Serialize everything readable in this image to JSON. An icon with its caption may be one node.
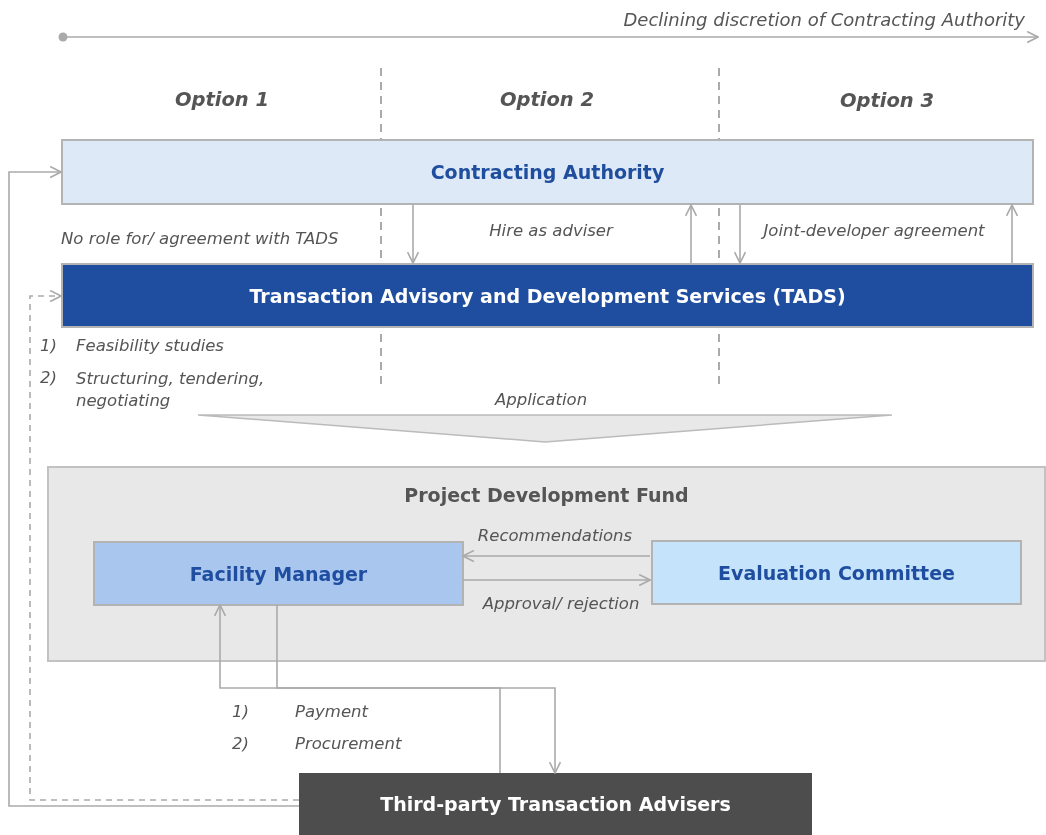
{
  "diagram": {
    "nodes": [
      {
        "text": [
          "Contracting Authority"
        ]
      },
      {
        "text": [
          "Transaction Advisory and Development Services (TADS)"
        ]
      },
      {
        "text": [
          "Project Development Fund"
        ]
      },
      {
        "text": [
          "Facility Manager"
        ],
        "in": 2
      },
      {
        "text": [
          "Evaluation Committee"
        ],
        "in": 2
      },
      {
        "text": [
          "Third-party Transaction Advisers"
        ]
      }
    ],
    "edges": [
      {
        "from": 0,
        "to": 1,
        "arrow": "to",
        "label": "Hire as adviser"
      },
      {
        "from": 1,
        "to": 0,
        "arrow": "to"
      },
      {
        "from": 0,
        "to": 1,
        "arrow": "to",
        "label": "Joint-developer agreement"
      },
      {
        "from": 1,
        "to": 0,
        "arrow": "to"
      },
      {
        "from": 1,
        "to": 2,
        "arrow": "to",
        "label": "Application",
        "style": "thick"
      },
      {
        "from": 4,
        "to": 3,
        "arrow": "to",
        "label": "Recommendations"
      },
      {
        "from": 3,
        "to": 4,
        "arrow": "to",
        "label": "Approval/ rejection"
      },
      {
        "from": 3,
        "to": 5,
        "arrow": "to"
      },
      {
        "from": 5,
        "to": 3,
        "arrow": "to"
      },
      {
        "from": 5,
        "to": 0,
        "arrow": "to"
      },
      {
        "from": 5,
        "to": 1,
        "arrow": "to",
        "style": "dashed"
      }
    ],
    "labels": [
      "Declining discretion of Contracting Authority",
      "Option 1",
      "Option 2",
      "Option 3",
      "No role for/ agreement with TADS",
      "1)",
      "Feasibility studies",
      "2)",
      "Structuring, tendering, negotiating",
      "1)",
      "Payment",
      "2)",
      "Procurement"
    ]
  }
}
